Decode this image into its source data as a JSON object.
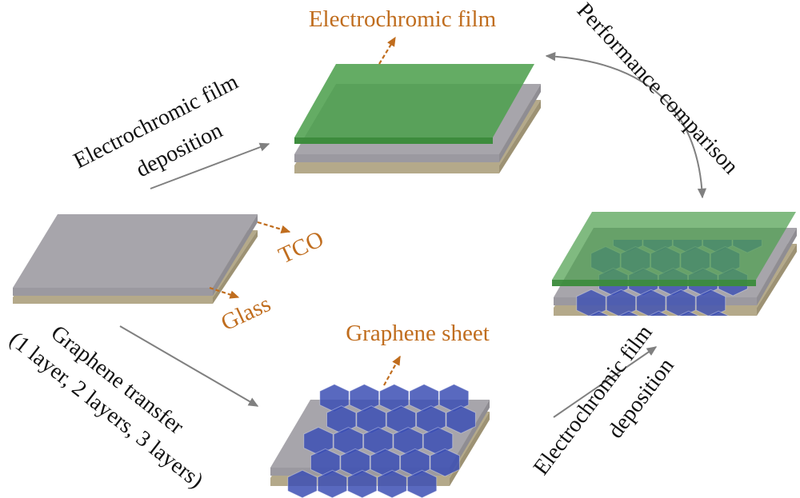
{
  "labels": {
    "electrochromic_film": "Electrochromic film",
    "performance_comparison": "Performance comparison",
    "deposition_top_line1": "Electrochromic film",
    "deposition_top_line2": "deposition",
    "tco": "TCO",
    "glass": "Glass",
    "graphene_sheet": "Graphene sheet",
    "graphene_transfer_line1": "Graphene transfer",
    "graphene_transfer_line2": "(1 layer, 2 layers, 3 layers)",
    "deposition_right_line1": "Electrochromic film",
    "deposition_right_line2": "deposition"
  },
  "colors": {
    "glass": "#b4a98a",
    "tco": "#a7a5ab",
    "electrochromic_film": "#4fa04f",
    "graphene": "#3c4fb4",
    "label_orange": "#c06d1e",
    "arrow_gray": "#888888"
  },
  "icons": {
    "graphene": "hexagon-icon"
  }
}
